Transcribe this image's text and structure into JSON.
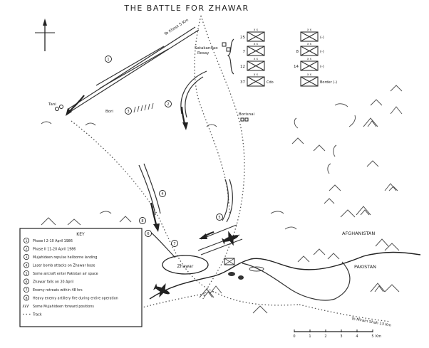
{
  "title": "THE BATTLE FOR ZHAWAR",
  "labels": {
    "road_top": "To Khost 5 Km",
    "satakandao_1": "Satakandao",
    "satakandao_2": "Rosay",
    "tani": "Tani",
    "bori": "Bori",
    "borisnai": "Borisnai",
    "zhawar": "Zhawar",
    "afghanistan": "AFGHANISTAN",
    "pakistan": "PAKISTAN",
    "road_bottom": "To Miram Shah 13 Km"
  },
  "units": [
    {
      "label": "25",
      "side": "left"
    },
    {
      "label": "7",
      "side": "left"
    },
    {
      "label": "12",
      "side": "left"
    },
    {
      "label": "37",
      "side": "left",
      "tail": "Cdo"
    },
    {
      "label": "",
      "side": "right",
      "tail": "(-)"
    },
    {
      "label": "8",
      "side": "right",
      "tail": "(-)"
    },
    {
      "label": "14",
      "side": "right",
      "tail": "(-)"
    },
    {
      "label": "",
      "side": "right",
      "tail": "Border (-)"
    }
  ],
  "route_markers": [
    "1",
    "2",
    "3",
    "4",
    "5",
    "6",
    "7",
    "8"
  ],
  "key": {
    "title": "KEY",
    "items": [
      {
        "marker": "1",
        "text": "Phase I  2-10 April 1986"
      },
      {
        "marker": "2",
        "text": "Phase II  11-20 April 1986"
      },
      {
        "marker": "3",
        "text": "Mujahideen repulse heliborne landing"
      },
      {
        "marker": "4",
        "text": "Laser bomb attacks on Zhawar base"
      },
      {
        "marker": "5",
        "text": "Some aircraft enter Pakistan air space"
      },
      {
        "marker": "6",
        "text": "Zhawar falls on 20 April"
      },
      {
        "marker": "7",
        "text": "Enemy retreats within 48 hrs"
      },
      {
        "marker": "8",
        "text": "Heavy enemy artillery fire during entire operation"
      },
      {
        "marker": "",
        "text": "Some Mujahideen forward positions"
      },
      {
        "marker": "",
        "text": "Track"
      }
    ]
  },
  "scale": {
    "ticks": [
      "0",
      "1",
      "2",
      "3",
      "4",
      "5"
    ],
    "unit": "Km"
  }
}
